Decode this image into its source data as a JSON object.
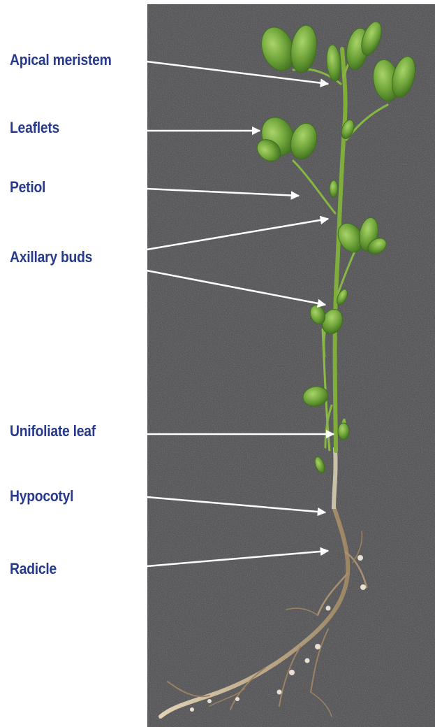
{
  "diagram": {
    "labels": [
      {
        "id": "apical-meristem",
        "text": "Apical meristem"
      },
      {
        "id": "leaflets",
        "text": "Leaflets"
      },
      {
        "id": "petiol",
        "text": "Petiol"
      },
      {
        "id": "axillary-buds",
        "text": "Axillary buds"
      },
      {
        "id": "unifoliate-leaf",
        "text": "Unifoliate leaf"
      },
      {
        "id": "hypocotyl",
        "text": "Hypocotyl"
      },
      {
        "id": "radicle",
        "text": "Radicle"
      }
    ]
  },
  "colors": {
    "label_text": "#283a8c",
    "background_panel": "#4a4a4d",
    "stem": "#7fae3a",
    "leaf": "#6fa43a",
    "root": "#b8a488",
    "arrow": "#ffffff"
  }
}
